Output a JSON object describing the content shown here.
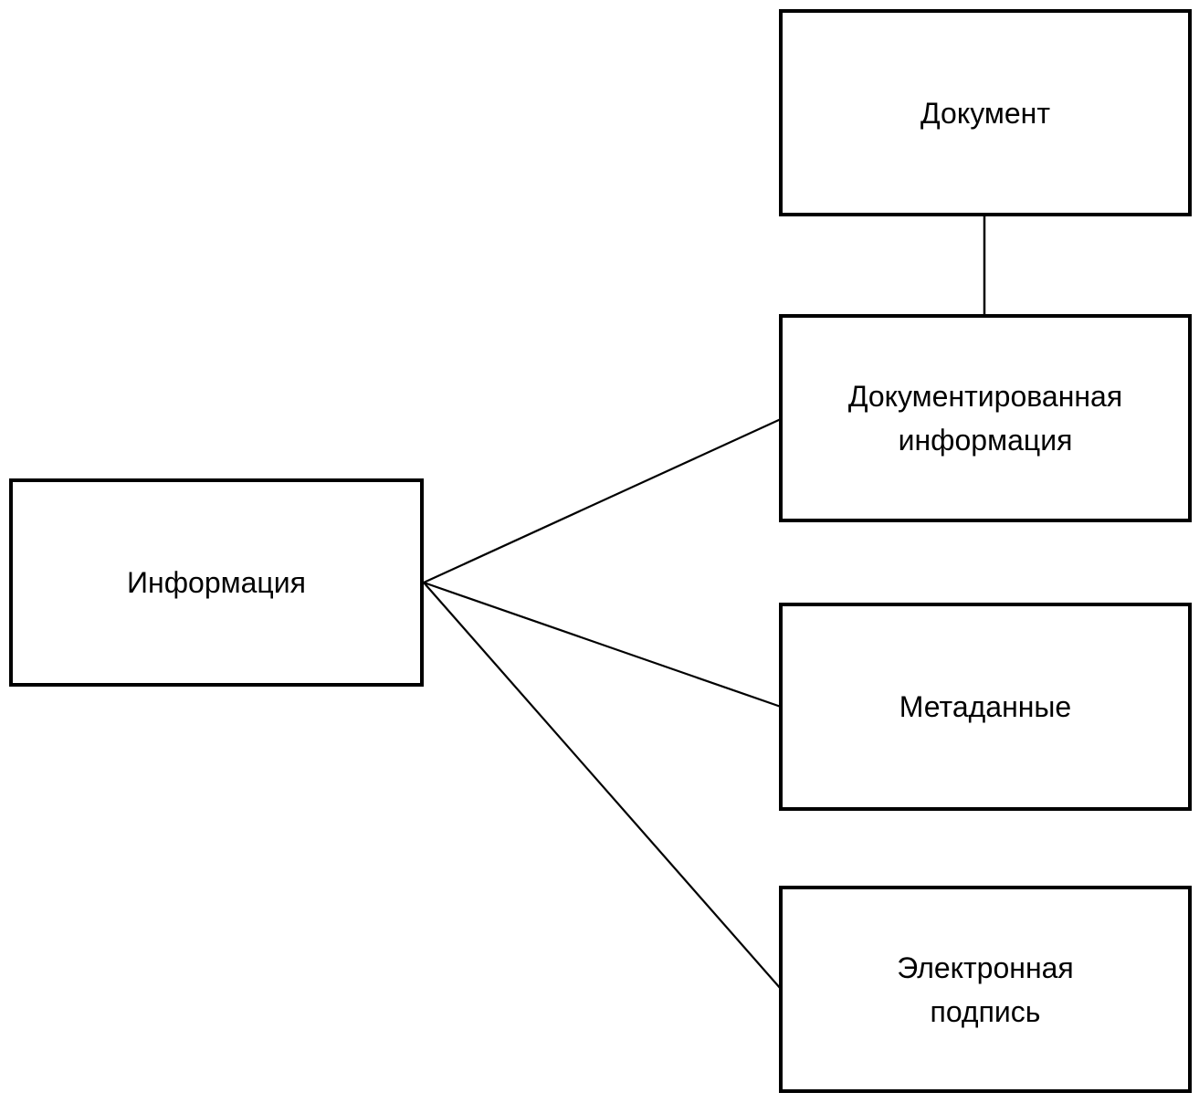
{
  "diagram": {
    "background_color": "#ffffff",
    "stroke_color": "#000000",
    "nodes": [
      {
        "id": "document",
        "label": "Документ"
      },
      {
        "id": "documented-information",
        "label": "Документированная\nинформация"
      },
      {
        "id": "information",
        "label": "Информация"
      },
      {
        "id": "metadata",
        "label": "Метаданные"
      },
      {
        "id": "electronic-signature",
        "label": "Электронная\nподпись"
      }
    ],
    "edges": [
      {
        "from": "document",
        "to": "documented-information"
      },
      {
        "from": "information",
        "to": "documented-information"
      },
      {
        "from": "information",
        "to": "metadata"
      },
      {
        "from": "information",
        "to": "electronic-signature"
      }
    ]
  }
}
